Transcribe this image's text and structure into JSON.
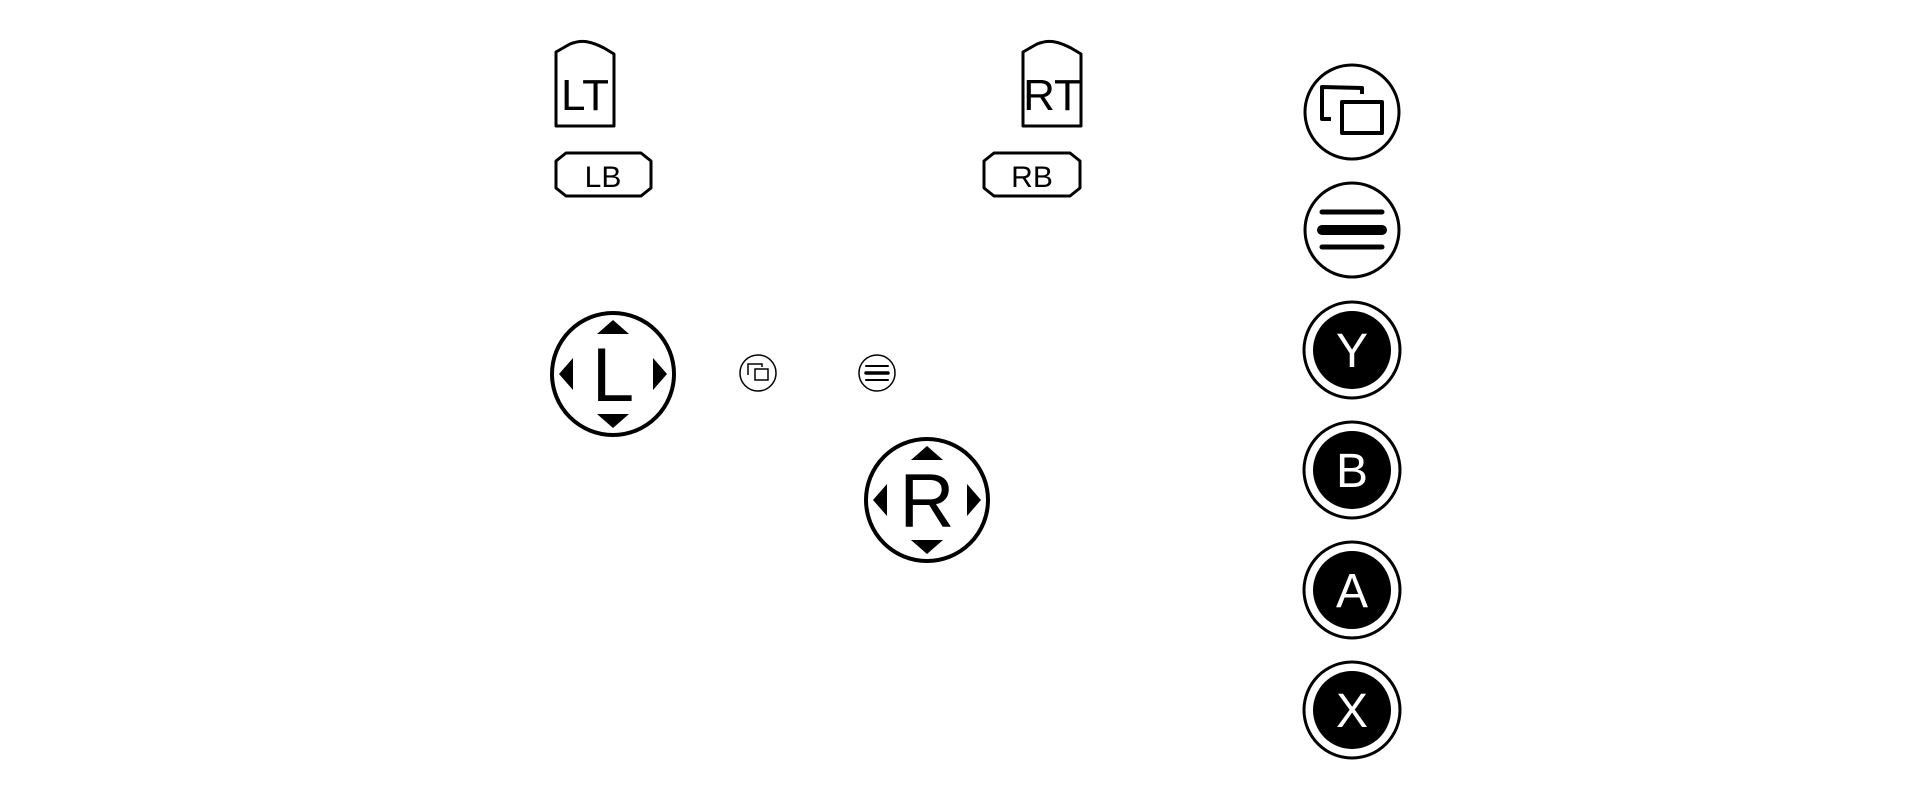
{
  "colors": {
    "ink": "#000000",
    "paper": "#ffffff"
  },
  "triggers": {
    "left_trigger": {
      "label": "LT",
      "icon": "left-trigger-icon"
    },
    "right_trigger": {
      "label": "RT",
      "icon": "right-trigger-icon"
    }
  },
  "bumpers": {
    "left_bumper": {
      "label": "LB",
      "icon": "left-bumper-icon"
    },
    "right_bumper": {
      "label": "RB",
      "icon": "right-bumper-icon"
    }
  },
  "sticks": {
    "left_stick": {
      "label": "L",
      "icon": "left-stick-icon"
    },
    "right_stick": {
      "label": "R",
      "icon": "right-stick-icon"
    }
  },
  "center_buttons": {
    "view": {
      "icon": "view-icon"
    },
    "menu": {
      "icon": "menu-icon"
    }
  },
  "legend_column": {
    "view": {
      "icon": "view-icon"
    },
    "menu": {
      "icon": "menu-icon"
    },
    "y": {
      "label": "Y",
      "icon": "y-button-icon"
    },
    "b": {
      "label": "B",
      "icon": "b-button-icon"
    },
    "a": {
      "label": "A",
      "icon": "a-button-icon"
    },
    "x": {
      "label": "X",
      "icon": "x-button-icon"
    }
  }
}
